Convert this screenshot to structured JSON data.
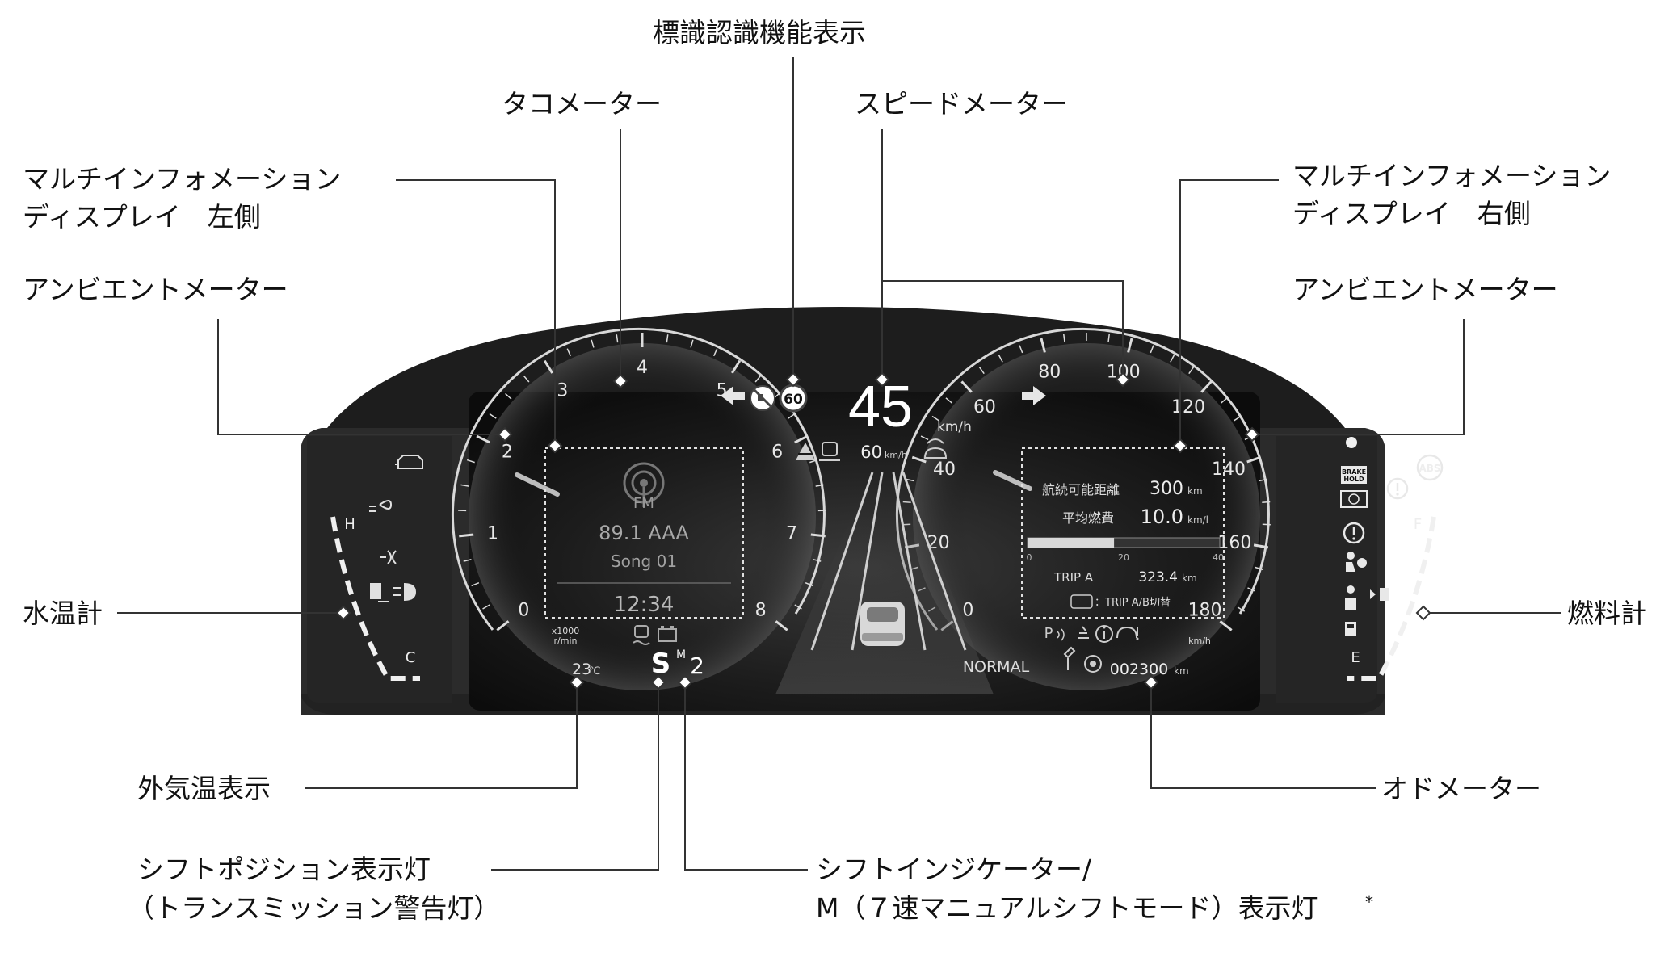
{
  "callouts": {
    "sign_recognition": "標識認識機能表示",
    "tachometer": "タコメーター",
    "speedometer": "スピードメーター",
    "mid_left_1": "マルチインフォメーション",
    "mid_left_2": "ディスプレイ　左側",
    "mid_right_1": "マルチインフォメーション",
    "mid_right_2": "ディスプレイ　右側",
    "ambient_left": "アンビエントメーター",
    "ambient_right": "アンビエントメーター",
    "water_temp": "水温計",
    "fuel_gauge": "燃料計",
    "outside_temp": "外気温表示",
    "odometer": "オドメーター",
    "shift_position_1": "シフトポジション表示灯",
    "shift_position_2": "（トランスミッション警告灯）",
    "shift_indicator_1": "シフトインジケーター/",
    "shift_indicator_2": "M（７速マニュアルシフトモード）表示灯",
    "shift_indicator_mark": "*"
  },
  "cluster": {
    "speed_value": "45",
    "speed_unit": "km/h",
    "acc_set_speed": "60",
    "acc_unit": "km/h",
    "sign_speed_limit": "60",
    "tach_ticks": [
      "0",
      "1",
      "2",
      "3",
      "4",
      "5",
      "6",
      "7",
      "8"
    ],
    "tach_unit_1": "x1000",
    "tach_unit_2": "r/min",
    "speedo_ticks": [
      "0",
      "20",
      "40",
      "60",
      "80",
      "100",
      "120",
      "140",
      "160",
      "180"
    ],
    "speedo_unit": "km/h",
    "gauge_h": "H",
    "gauge_c": "C",
    "gauge_f": "F",
    "gauge_e": "E",
    "outside_temp_value": "23",
    "outside_temp_unit": "℃",
    "shift_position": "S",
    "shift_mode": "M",
    "shift_gear": "2",
    "drive_mode": "NORMAL",
    "odometer_value": "002300",
    "odometer_unit": "km",
    "brake_hold_1": "BRAKE",
    "brake_hold_2": "HOLD",
    "abs_label": "ABS"
  },
  "mid_left": {
    "source": "FM",
    "station": "89.1 AAA",
    "song": "Song 01",
    "clock": "12:34"
  },
  "mid_right": {
    "range_label": "航続可能距離",
    "range_value": "300",
    "range_unit": "km",
    "avg_fuel_label": "平均燃費",
    "avg_fuel_value": "10.0",
    "avg_fuel_unit": "km/l",
    "bar_scale": [
      "0",
      "20",
      "40"
    ],
    "bar_fill_fraction": 0.45,
    "trip_label": "TRIP A",
    "trip_value": "323.4",
    "trip_unit": "km",
    "trip_switch_hint": "：TRIP A/B切替"
  },
  "colors": {
    "cluster_body": "#2b2b2b",
    "screen": "#141414",
    "callout_line": "#333333",
    "text_dark": "#111111"
  }
}
